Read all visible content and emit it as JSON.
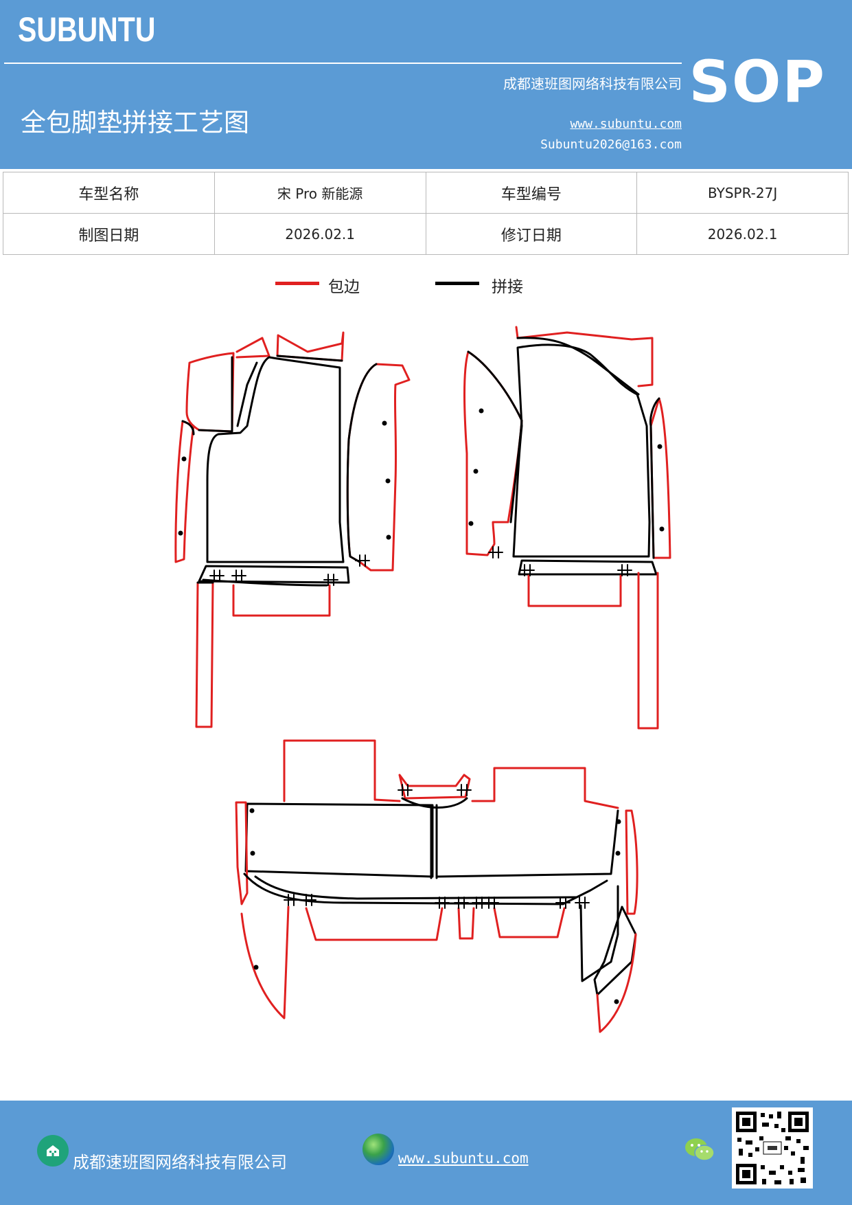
{
  "header": {
    "brand": "SUBUNTU",
    "company": "成都速班图网络科技有限公司",
    "title": "全包脚垫拼接工艺图",
    "website": "www.subuntu.com",
    "email": "Subuntu2026@163.com",
    "badge": "SOP",
    "color": "#5b9bd5"
  },
  "info_table": {
    "rows": [
      [
        "车型名称",
        "宋 Pro 新能源",
        "车型编号",
        "BYSPR-27J"
      ],
      [
        "制图日期",
        "2026.02.1",
        "修订日期",
        "2026.02.1"
      ]
    ]
  },
  "legend": [
    {
      "label": "包边",
      "color": "#e02020"
    },
    {
      "label": "拼接",
      "color": "#000000"
    }
  ],
  "footer": {
    "company": "成都速班图网络科技有限公司",
    "website": "www.subuntu.com",
    "icons": [
      "building-icon",
      "globe-icon",
      "wechat-icon",
      "qr-code"
    ]
  }
}
